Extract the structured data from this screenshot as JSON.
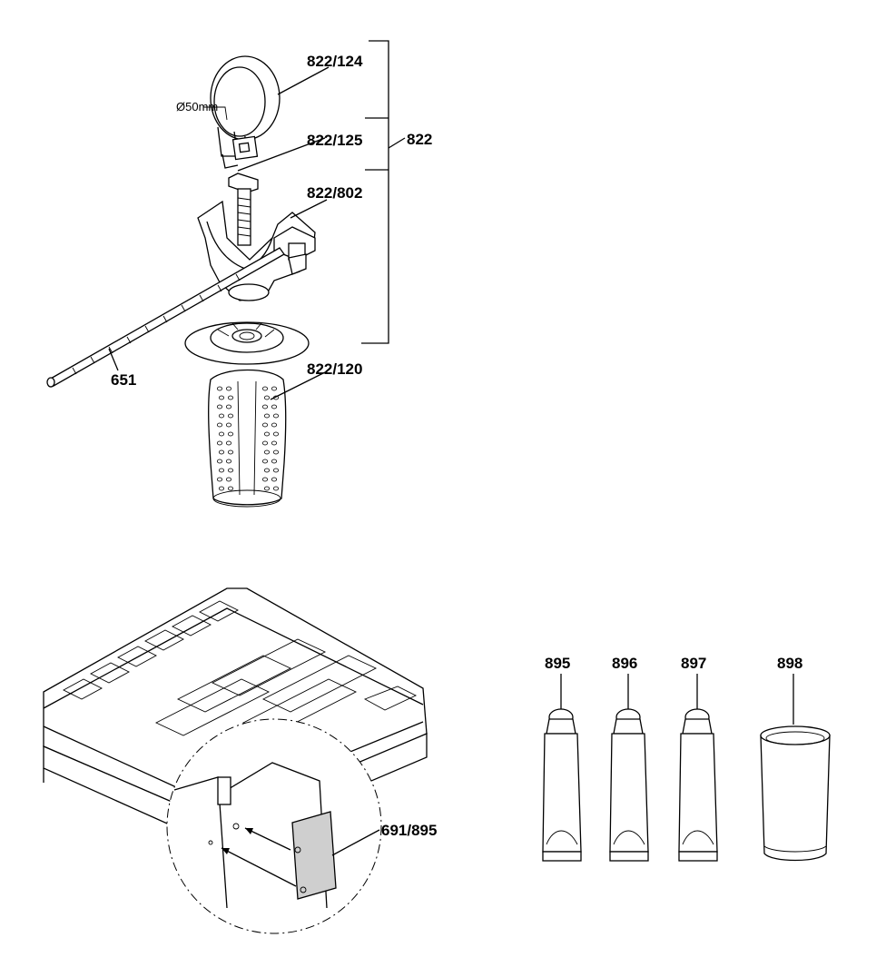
{
  "diagram": {
    "labels": {
      "clamp_band": "822/124",
      "clamp_bolt": "822/125",
      "handle_assembly": "822",
      "clamp_body": "822/802",
      "handle_grip": "822/120",
      "depth_rod": "651",
      "diameter_note": "Ø50mm",
      "case_label": "691/895",
      "tube_1": "895",
      "tube_2": "896",
      "tube_3": "897",
      "can": "898"
    }
  }
}
